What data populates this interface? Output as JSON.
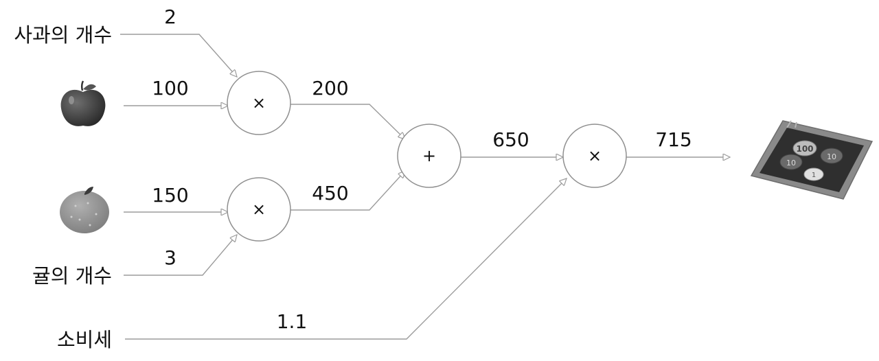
{
  "labels": {
    "apple_count": "사과의 개수",
    "orange_count": "귤의 개수",
    "tax": "소비세"
  },
  "values": {
    "apple_count": "2",
    "apple_price": "100",
    "orange_price": "150",
    "orange_count": "3",
    "tax": "1.1",
    "apple_total": "200",
    "orange_total": "450",
    "sum": "650",
    "final": "715"
  },
  "operators": {
    "mul_apple": "×",
    "mul_orange": "×",
    "add": "+",
    "mul_tax": "×"
  },
  "tray_coins": [
    "100",
    "10",
    "10",
    "1"
  ],
  "icons": {
    "apple": "apple-icon",
    "orange": "orange-icon",
    "payment": "coin-tray-icon"
  }
}
